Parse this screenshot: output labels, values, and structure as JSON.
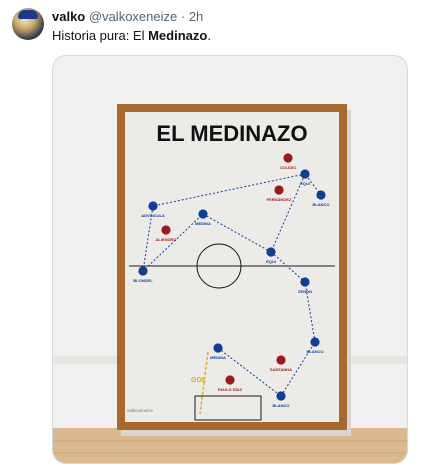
{
  "tweet": {
    "author_name": "valko",
    "author_handle": "@valkoxeneize",
    "separator": "·",
    "timestamp": "2h",
    "text_before": "Historia pura: El ",
    "text_bold": "Medinazo",
    "text_after": ".",
    "avatar": "user-avatar"
  },
  "poster": {
    "title": "EL MEDINAZO",
    "watermark": "valkoxeneize",
    "goal_label": "GOL",
    "colors": {
      "blue": "#0f3e96",
      "red": "#9b1b1b",
      "frame": "#a8692e",
      "goal": "#e3a21a"
    },
    "players_blue": [
      "EQUI",
      "BLANCO",
      "ADVÍNCULA",
      "MEDINA",
      "EQUI",
      "BLONDEL",
      "ZENÓN",
      "BLANCO",
      "MEDINA",
      "BLANCO"
    ],
    "players_red": [
      "COLIDIO",
      "FERNÁNDEZ",
      "ALIENDRO",
      "SANTANNA",
      "PAULO DÍAZ"
    ]
  }
}
